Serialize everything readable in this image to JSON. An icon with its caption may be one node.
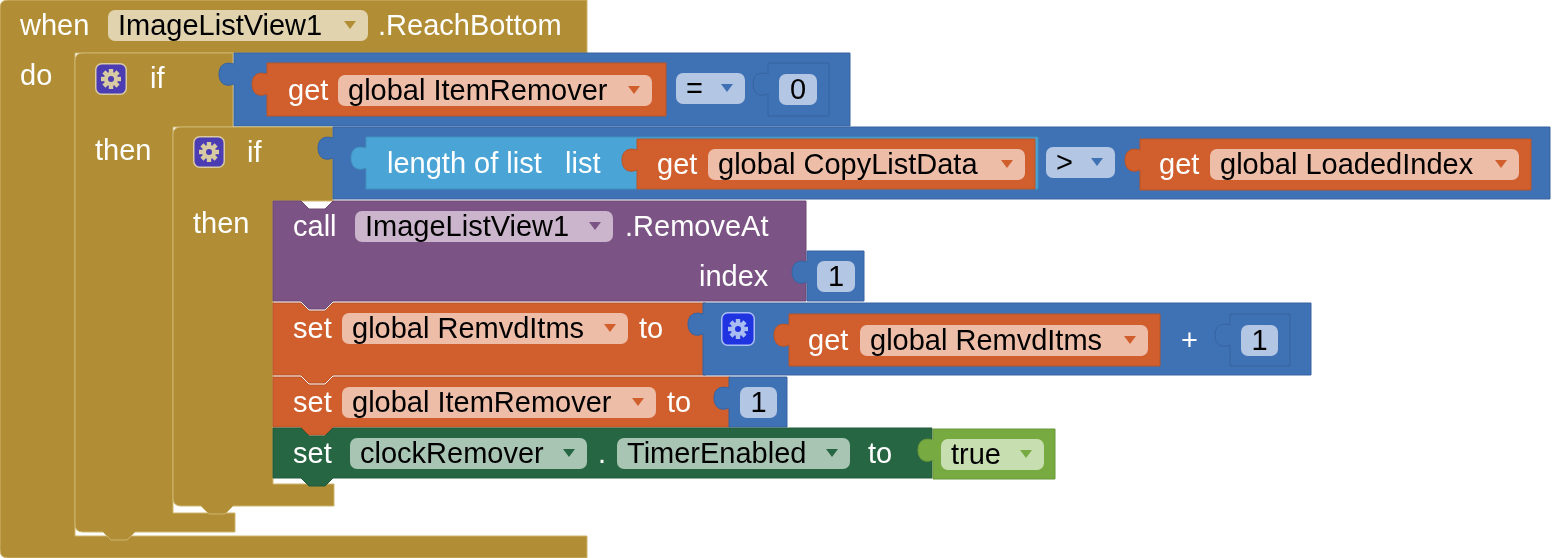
{
  "diagram": {
    "nodes": [
      {
        "text": [
          "when",
          "ImageListView1",
          ".ReachBottom",
          "do"
        ]
      },
      {
        "text": [
          "if",
          "then"
        ]
      },
      {
        "text": [
          "="
        ]
      },
      {
        "text": [
          "get",
          "global ItemRemover"
        ],
        "in": 2
      },
      {
        "text": [
          "0"
        ],
        "in": 2
      },
      {
        "text": [
          "if",
          "then"
        ]
      },
      {
        "text": [
          ">"
        ]
      },
      {
        "text": [
          "length of list",
          "list"
        ],
        "in": 6
      },
      {
        "text": [
          "get",
          "global CopyListData"
        ],
        "in": 7
      },
      {
        "text": [
          "get",
          "global LoadedIndex"
        ],
        "in": 6
      },
      {
        "text": [
          "call",
          "ImageListView1",
          ".RemoveAt",
          "index"
        ]
      },
      {
        "text": [
          "1"
        ]
      },
      {
        "text": [
          "set",
          "global RemvdItms",
          "to"
        ]
      },
      {
        "text": [
          "+"
        ]
      },
      {
        "text": [
          "get",
          "global RemvdItms"
        ],
        "in": 13
      },
      {
        "text": [
          "1"
        ],
        "in": 13
      },
      {
        "text": [
          "set",
          "global ItemRemover",
          "to"
        ]
      },
      {
        "text": [
          "1"
        ]
      },
      {
        "text": [
          "set",
          "clockRemover",
          ".",
          "TimerEnabled",
          "to"
        ]
      },
      {
        "text": [
          "true"
        ]
      }
    ]
  }
}
